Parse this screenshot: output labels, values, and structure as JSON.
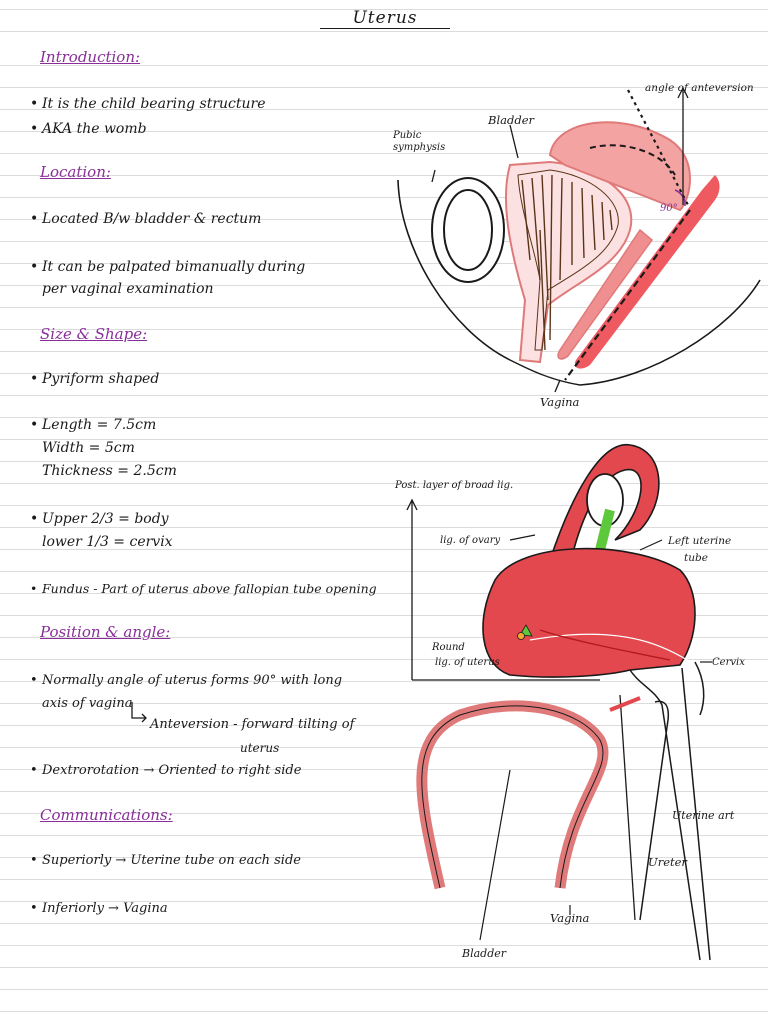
{
  "title": "Uterus",
  "sections": {
    "introduction": {
      "heading": "Introduction:",
      "items": [
        "It is the child bearing structure",
        "AKA the womb"
      ]
    },
    "location": {
      "heading": "Location:",
      "items": [
        "Located B/w bladder & rectum",
        "It can be palpated bimanually during",
        "per vaginal examination"
      ]
    },
    "size_shape": {
      "heading": "Size & Shape:",
      "items": [
        "Pyriform shaped",
        "Length = 7.5cm",
        "Width = 5cm",
        "Thickness = 2.5cm",
        "Upper 2/3 = body",
        "lower 1/3 = cervix",
        "Fundus - Part of uterus above fallopian tube opening"
      ]
    },
    "position_angle": {
      "heading": "Position & angle:",
      "items": [
        "Normally angle of uterus forms 90° with long",
        "axis of vagina",
        "Anteversion - forward tilting of",
        "uterus",
        "Dextrorotation → Oriented to right side"
      ]
    },
    "communication": {
      "heading": "Communications:",
      "items": [
        "Superiorly → Uterine tube on each side",
        "Inferiorly → Vagina"
      ]
    }
  },
  "diagram1": {
    "labels": {
      "angle": "angle of anteversion",
      "bladder": "Bladder",
      "pubic": "Pubic",
      "symphysis": "symphysis",
      "degree": "90°",
      "vagina": "Vagina"
    }
  },
  "diagram2": {
    "labels": {
      "broad": "Post. layer of broad lig.",
      "ovary": "lig. of ovary",
      "left_tube": "Left uterine",
      "tube": "tube",
      "round1": "Round",
      "round2": "lig. of uterus",
      "cervix": "Cervix",
      "uterine_art": "Uterine art",
      "ureter": "Ureter",
      "vagina": "Vagina",
      "bladder": "Bladder"
    }
  },
  "colors": {
    "heading": "#8a2f9a",
    "uterus_red": "#e2484e",
    "pink": "#f4a3a3",
    "brown": "#5a3418",
    "green": "#5dc93a"
  }
}
